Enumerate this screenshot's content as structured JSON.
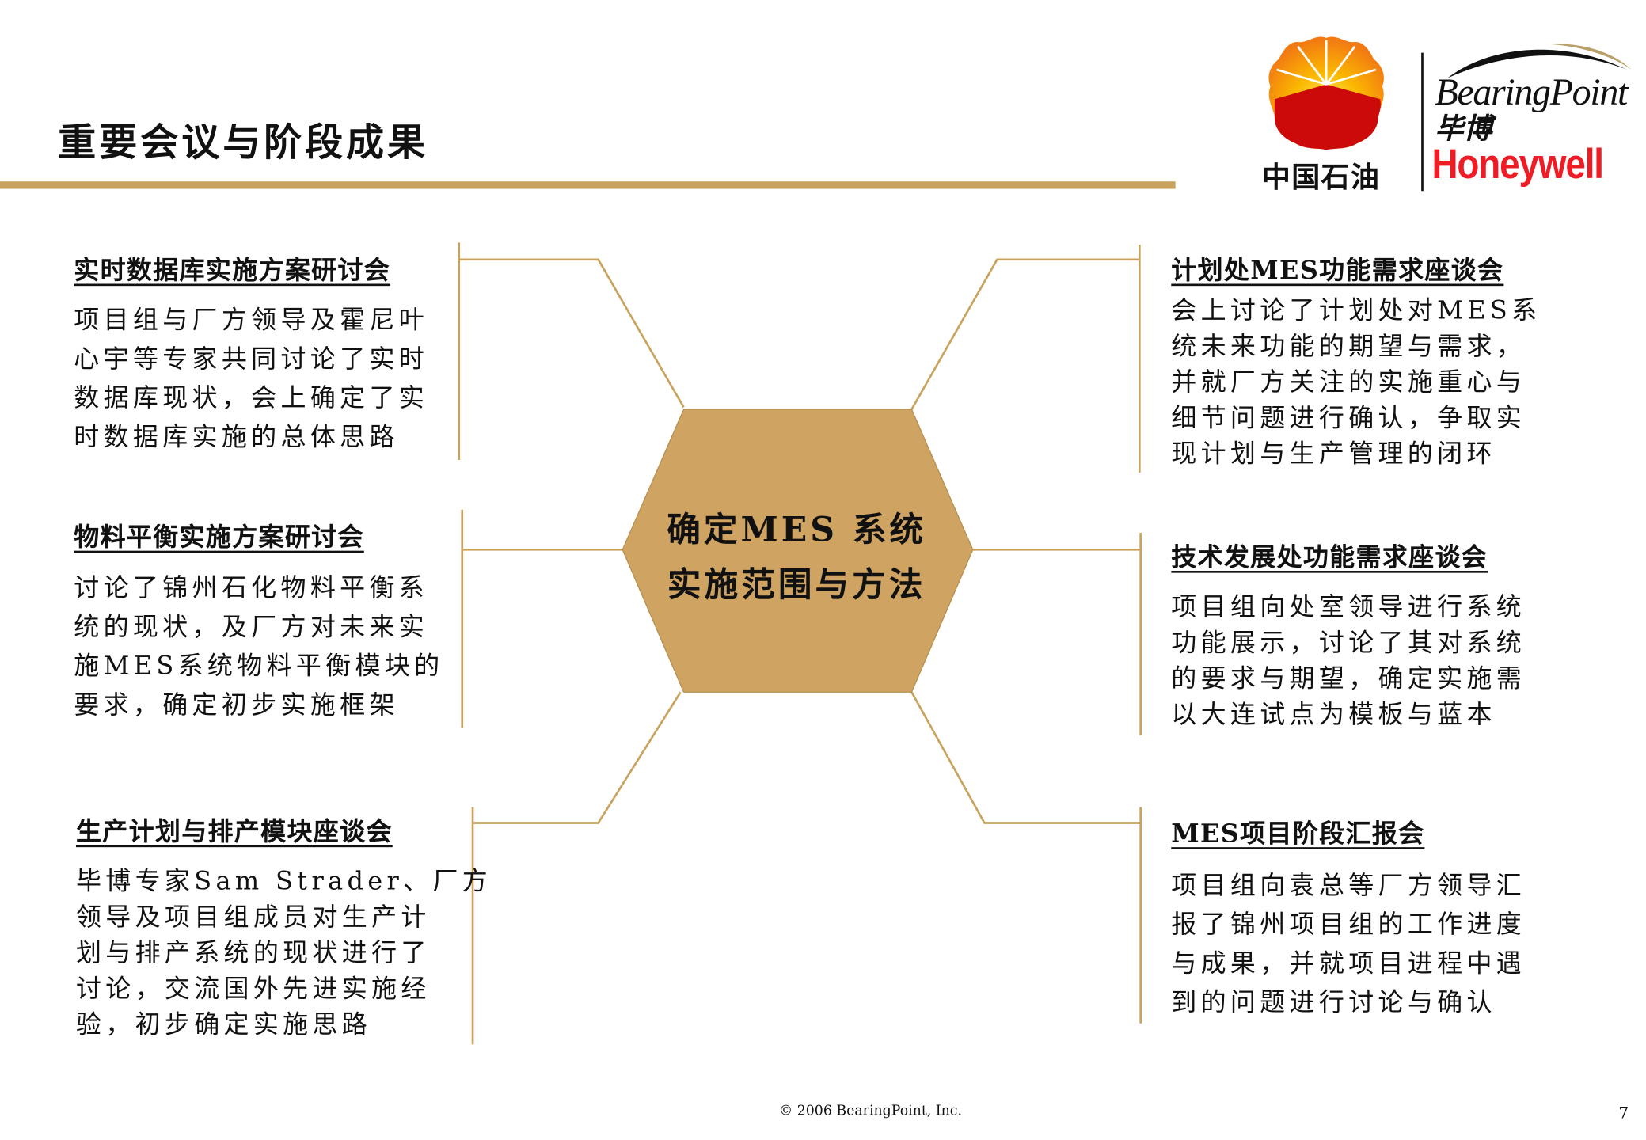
{
  "title": "重要会议与阶段成果",
  "colors": {
    "accent": "#c9a35e",
    "hexagon": "#cfa462",
    "honeywell": "#ee1c25"
  },
  "logos": {
    "cnpc_text": "中国石油",
    "bearingpoint": "BearingPoint",
    "bearingpoint_cn": "毕博",
    "honeywell": "Honeywell"
  },
  "center": {
    "line1": "确定MES 系统",
    "line2": "实施范围与方法"
  },
  "blocks": [
    {
      "heading": "实时数据库实施方案研讨会",
      "lines": [
        "项目组与厂方领导及霍尼叶",
        "心宇等专家共同讨论了实时",
        "数据库现状，会上确定了实",
        "时数据库实施的总体思路"
      ]
    },
    {
      "heading": "物料平衡实施方案研讨会",
      "lines": [
        "讨论了锦州石化物料平衡系",
        "统的现状，及厂方对未来实",
        "施MES系统物料平衡模块的",
        "要求，确定初步实施框架"
      ]
    },
    {
      "heading": "生产计划与排产模块座谈会",
      "lines": [
        "毕博专家Sam Strader、厂方",
        "领导及项目组成员对生产计",
        "划与排产系统的现状进行了",
        "讨论，交流国外先进实施经",
        "验，初步确定实施思路"
      ]
    },
    {
      "heading": "计划处MES功能需求座谈会",
      "lines": [
        "会上讨论了计划处对MES系",
        "统未来功能的期望与需求，",
        "并就厂方关注的实施重心与",
        "细节问题进行确认，争取实",
        "现计划与生产管理的闭环"
      ]
    },
    {
      "heading": "技术发展处功能需求座谈会",
      "lines": [
        "项目组向处室领导进行系统",
        "功能展示，讨论了其对系统",
        "的要求与期望，确定实施需",
        "以大连试点为模板与蓝本"
      ]
    },
    {
      "heading": "MES项目阶段汇报会",
      "lines": [
        "项目组向袁总等厂方领导汇",
        "报了锦州项目组的工作进度",
        "与成果，并就项目进程中遇",
        "到的问题进行讨论与确认"
      ]
    }
  ],
  "footer": "© 2006 BearingPoint, Inc.",
  "page_number": "7"
}
